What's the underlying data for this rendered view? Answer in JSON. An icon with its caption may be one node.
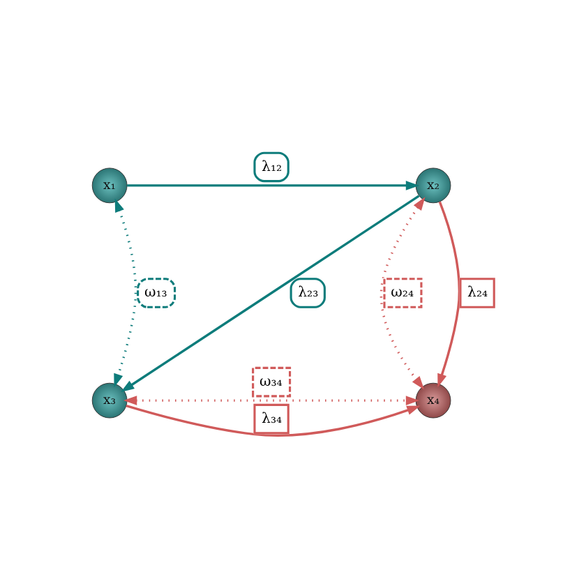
{
  "diagram": {
    "nodes": [
      {
        "text": [
          "x₁"
        ]
      },
      {
        "text": [
          "x₂"
        ]
      },
      {
        "text": [
          "x₃"
        ]
      },
      {
        "text": [
          "x₄"
        ]
      }
    ],
    "edges": [
      {
        "from": 0,
        "to": 1,
        "arrow": "to",
        "label": "λ₁₂",
        "color": "#0e7c7b"
      },
      {
        "from": 1,
        "to": 2,
        "arrow": "to",
        "label": "λ₂₃",
        "color": "#0e7c7b"
      },
      {
        "from": 1,
        "to": 3,
        "arrow": "to",
        "label": "λ₂₄"
      },
      {
        "from": 2,
        "to": 3,
        "arrow": "to",
        "label": "λ₃₄"
      },
      {
        "from": 0,
        "to": 2,
        "arrow": "both",
        "label": "ω₁₃",
        "style": "dashed",
        "color": "#0e7c7b"
      },
      {
        "from": 1,
        "to": 3,
        "arrow": "both",
        "label": "ω₂₄",
        "style": "dashed"
      },
      {
        "from": 2,
        "to": 3,
        "arrow": "both",
        "label": "ω₃₄",
        "style": "dashed"
      }
    ]
  }
}
